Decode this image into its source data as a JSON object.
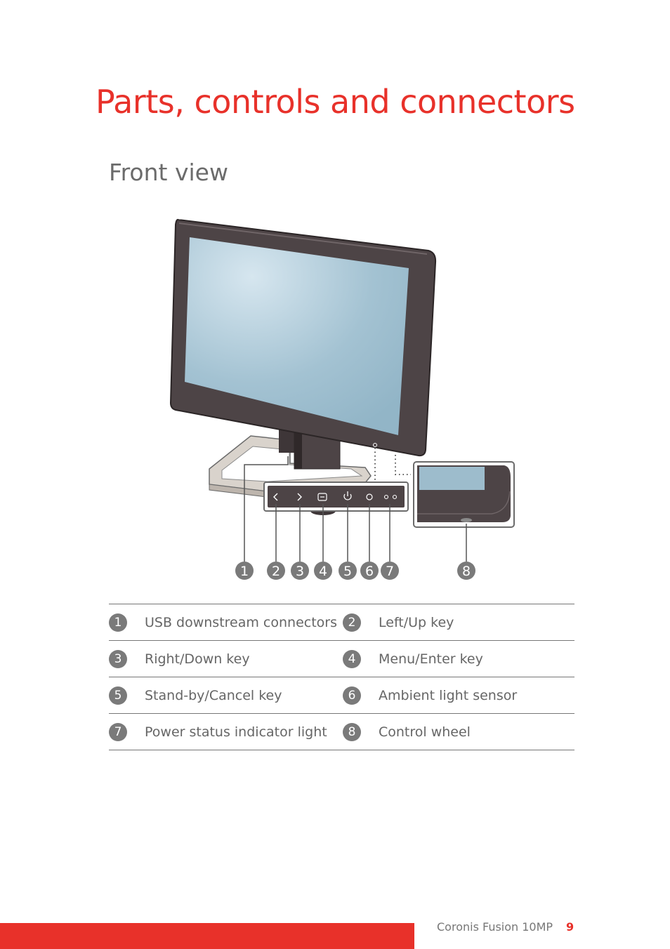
{
  "page_title": "Parts, controls and connectors",
  "section_title": "Front view",
  "callouts": [
    "1",
    "2",
    "3",
    "4",
    "5",
    "6",
    "7",
    "8"
  ],
  "parts": [
    {
      "num": "1",
      "label": "USB downstream connectors"
    },
    {
      "num": "2",
      "label": "Left/Up key"
    },
    {
      "num": "3",
      "label": "Right/Down key"
    },
    {
      "num": "4",
      "label": "Menu/Enter key"
    },
    {
      "num": "5",
      "label": "Stand-by/Cancel key"
    },
    {
      "num": "6",
      "label": "Ambient light sensor"
    },
    {
      "num": "7",
      "label": "Power status indicator light"
    },
    {
      "num": "8",
      "label": "Control wheel"
    }
  ],
  "footer": {
    "doc": "Coronis Fusion 10MP",
    "page": "9"
  },
  "colors": {
    "accent": "#e8312a",
    "bezel": "#4d4446",
    "screen": "#9dbccc"
  }
}
